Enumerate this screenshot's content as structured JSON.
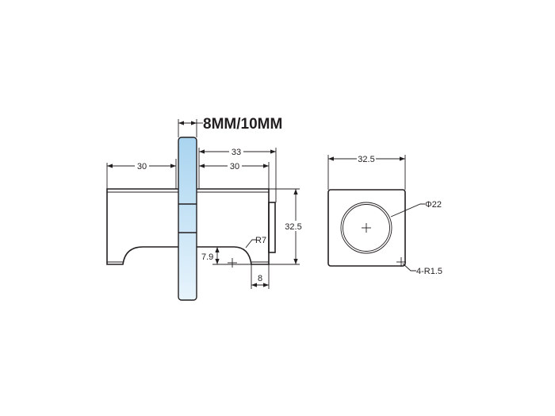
{
  "drawing": {
    "glass_thickness_label": "8MM/10MM",
    "side_view": {
      "left_length": "30",
      "right_overall_length": "33",
      "right_length": "30",
      "height": "32.5",
      "radius": "R7",
      "cutout_height": "7.9",
      "foot_width": "8"
    },
    "end_view": {
      "width": "32.5",
      "diameter": "Φ22",
      "corner_radius": "4-R1.5"
    },
    "colors": {
      "line": "#231f20",
      "glass_top": "#a9d4f0",
      "glass_bottom": "#e3f2fb"
    }
  }
}
